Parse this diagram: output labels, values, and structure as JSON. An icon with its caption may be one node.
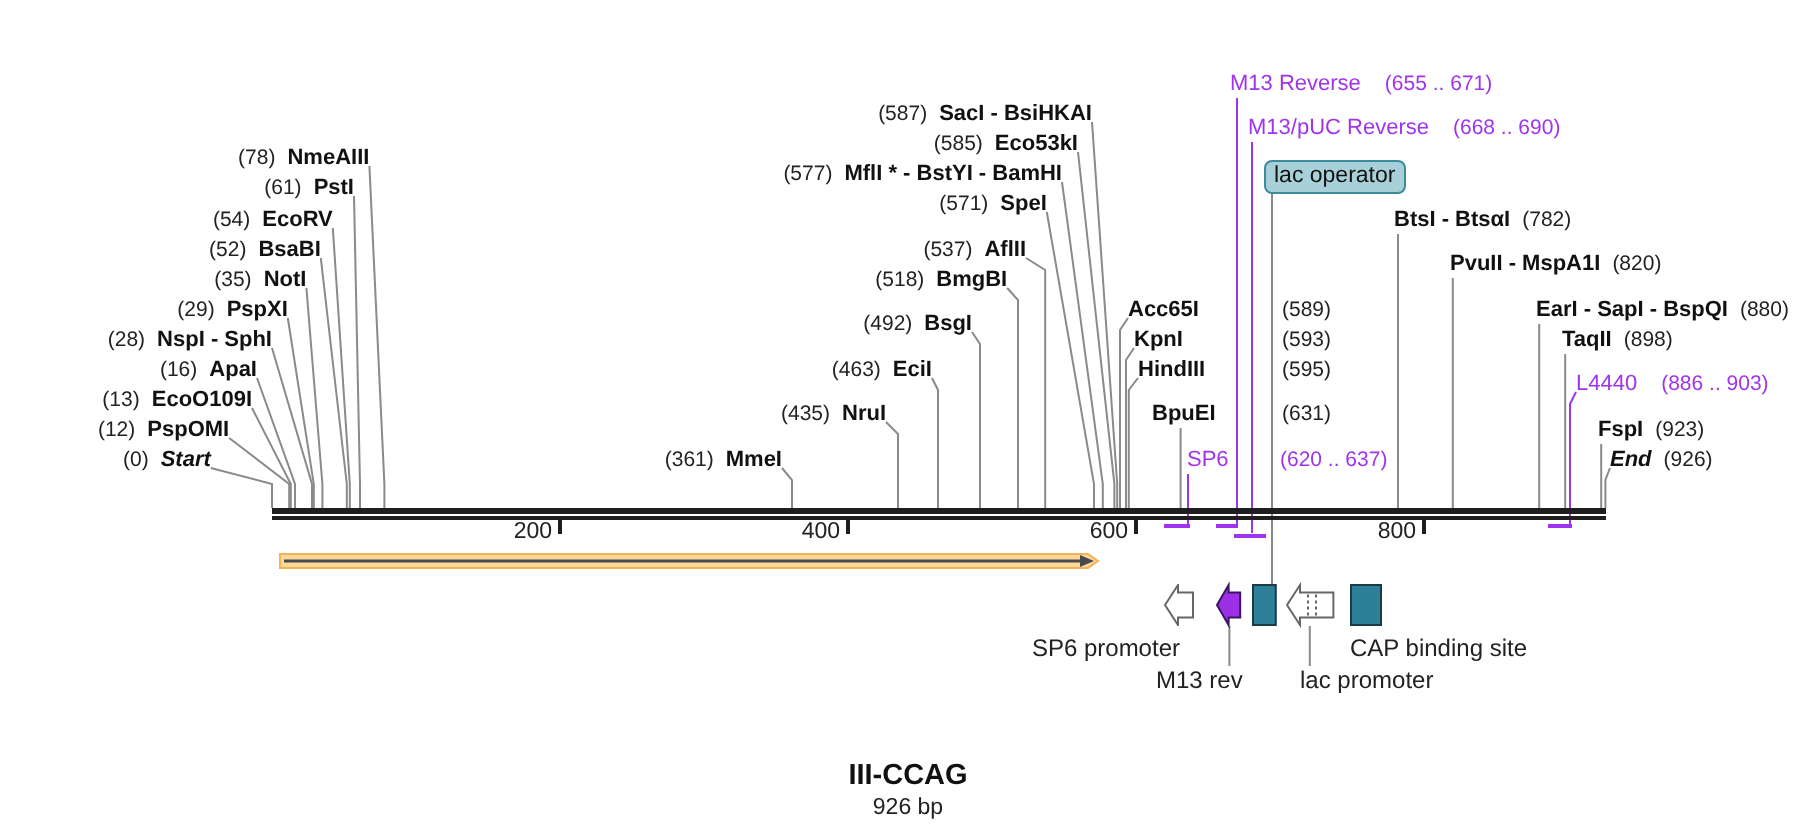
{
  "diagram": {
    "title": "III-CCAG",
    "nodes": [
      {
        "text": [
          "NmeAIII"
        ],
        "beside": [
          "(78)"
        ]
      },
      {
        "text": [
          "PstI"
        ],
        "beside": [
          "(61)"
        ]
      },
      {
        "text": [
          "EcoRV"
        ],
        "beside": [
          "(54)"
        ]
      },
      {
        "text": [
          "BsaBI"
        ],
        "beside": [
          "(52)"
        ]
      },
      {
        "text": [
          "NotI"
        ],
        "beside": [
          "(35)"
        ]
      },
      {
        "text": [
          "PspXI"
        ],
        "beside": [
          "(29)"
        ]
      },
      {
        "text": [
          "NspI - SphI"
        ],
        "beside": [
          "(28)"
        ]
      },
      {
        "text": [
          "ApaI"
        ],
        "beside": [
          "(16)"
        ]
      },
      {
        "text": [
          "EcoO109I"
        ],
        "beside": [
          "(13)"
        ]
      },
      {
        "text": [
          "PspOMI"
        ],
        "beside": [
          "(12)"
        ]
      },
      {
        "text": [
          "Start"
        ],
        "beside": [
          "(0)"
        ]
      },
      {
        "text": [
          "SacI - BsiHKAI"
        ],
        "beside": [
          "(587)"
        ]
      },
      {
        "text": [
          "Eco53kI"
        ],
        "beside": [
          "(585)"
        ]
      },
      {
        "text": [
          "MflI * - BstYI - BamHI"
        ],
        "beside": [
          "(577)"
        ]
      },
      {
        "text": [
          "SpeI"
        ],
        "beside": [
          "(571)"
        ]
      },
      {
        "text": [
          "AflII"
        ],
        "beside": [
          "(537)"
        ]
      },
      {
        "text": [
          "BmgBI"
        ],
        "beside": [
          "(518)"
        ]
      },
      {
        "text": [
          "BsgI"
        ],
        "beside": [
          "(492)"
        ]
      },
      {
        "text": [
          "EciI"
        ],
        "beside": [
          "(463)"
        ]
      },
      {
        "text": [
          "NruI"
        ],
        "beside": [
          "(435)"
        ]
      },
      {
        "text": [
          "MmeI"
        ],
        "beside": [
          "(361)"
        ]
      },
      {
        "text": [
          "M13 Reverse"
        ],
        "beside": [
          "(655 .. 671)"
        ]
      },
      {
        "text": [
          "M13/pUC Reverse"
        ],
        "beside": [
          "(668 .. 690)"
        ]
      },
      {
        "text": [
          "lac operator"
        ]
      },
      {
        "text": [
          "BtsI - BtsαI"
        ],
        "beside": [
          "(782)"
        ]
      },
      {
        "text": [
          "PvuII - MspA1I"
        ],
        "beside": [
          "(820)"
        ]
      },
      {
        "text": [
          "Acc65I"
        ],
        "beside": [
          "(589)"
        ]
      },
      {
        "text": [
          "KpnI"
        ],
        "beside": [
          "(593)"
        ]
      },
      {
        "text": [
          "HindIII"
        ],
        "beside": [
          "(595)"
        ]
      },
      {
        "text": [
          "EarI - SapI - BspQI"
        ],
        "beside": [
          "(880)"
        ]
      },
      {
        "text": [
          "TaqII"
        ],
        "beside": [
          "(898)"
        ]
      },
      {
        "text": [
          "L4440"
        ],
        "beside": [
          "(886 .. 903)"
        ]
      },
      {
        "text": [
          "BpuEI"
        ],
        "beside": [
          "(631)"
        ]
      },
      {
        "text": [
          "FspI"
        ],
        "beside": [
          "(923)"
        ]
      },
      {
        "text": [
          "SP6"
        ],
        "beside": [
          "(620 .. 637)"
        ]
      },
      {
        "text": [
          "End"
        ],
        "beside": [
          "(926)"
        ]
      },
      {
        "text": [],
        "shape": "bar"
      },
      {
        "text": [],
        "shape": "bar"
      },
      {
        "text": [],
        "shape": "bar"
      },
      {
        "text": [],
        "shape": "bar"
      },
      {
        "text": [],
        "shape": "bar"
      },
      {
        "text": [],
        "shape": "bar"
      },
      {
        "text": [
          "SP6 promoter"
        ]
      },
      {
        "text": [],
        "shape": "pentagon"
      },
      {
        "text": [],
        "shape": "box"
      },
      {
        "text": [],
        "shape": "pentagon"
      },
      {
        "text": [
          "CAP binding site"
        ]
      },
      {
        "text": [
          "M13 rev"
        ]
      },
      {
        "text": [
          "lac promoter"
        ]
      }
    ],
    "edges": [
      {
        "from": 0,
        "to": 36,
        "arrow": "none"
      },
      {
        "from": 1,
        "to": 36,
        "arrow": "none"
      },
      {
        "from": 2,
        "to": 36,
        "arrow": "none"
      },
      {
        "from": 3,
        "to": 36,
        "arrow": "none"
      },
      {
        "from": 4,
        "to": 36,
        "arrow": "none"
      },
      {
        "from": 5,
        "to": 36,
        "arrow": "none"
      },
      {
        "from": 6,
        "to": 36,
        "arrow": "none"
      },
      {
        "from": 7,
        "to": 36,
        "arrow": "none"
      },
      {
        "from": 8,
        "to": 36,
        "arrow": "none"
      },
      {
        "from": 9,
        "to": 36,
        "arrow": "none"
      },
      {
        "from": 10,
        "to": 36,
        "arrow": "none"
      },
      {
        "from": 11,
        "to": 36,
        "arrow": "none"
      },
      {
        "from": 12,
        "to": 36,
        "arrow": "none"
      },
      {
        "from": 13,
        "to": 36,
        "arrow": "none"
      },
      {
        "from": 14,
        "to": 36,
        "arrow": "none"
      },
      {
        "from": 15,
        "to": 36,
        "arrow": "none"
      },
      {
        "from": 16,
        "to": 36,
        "arrow": "none"
      },
      {
        "from": 17,
        "to": 36,
        "arrow": "none"
      },
      {
        "from": 18,
        "to": 36,
        "arrow": "none"
      },
      {
        "from": 19,
        "to": 36,
        "arrow": "none"
      },
      {
        "from": 20,
        "to": 36,
        "arrow": "none"
      },
      {
        "from": 21,
        "to": 38,
        "arrow": "none",
        "color": "#a033ee"
      },
      {
        "from": 22,
        "to": 39,
        "arrow": "none",
        "color": "#a033ee"
      },
      {
        "from": 23,
        "to": 44,
        "arrow": "none"
      },
      {
        "from": 24,
        "to": 36,
        "arrow": "none"
      },
      {
        "from": 25,
        "to": 36,
        "arrow": "none"
      },
      {
        "from": 26,
        "to": 36,
        "arrow": "none"
      },
      {
        "from": 27,
        "to": 36,
        "arrow": "none"
      },
      {
        "from": 28,
        "to": 36,
        "arrow": "none"
      },
      {
        "from": 29,
        "to": 36,
        "arrow": "none"
      },
      {
        "from": 30,
        "to": 36,
        "arrow": "none"
      },
      {
        "from": 31,
        "to": 40,
        "arrow": "none",
        "color": "#a033ee"
      },
      {
        "from": 32,
        "to": 36,
        "arrow": "none"
      },
      {
        "from": 33,
        "to": 36,
        "arrow": "none"
      },
      {
        "from": 34,
        "to": 37,
        "arrow": "none",
        "color": "#a033ee"
      },
      {
        "from": 35,
        "to": 36,
        "arrow": "none"
      },
      {
        "from": 47,
        "to": 43,
        "arrow": "none"
      },
      {
        "from": 48,
        "to": 45,
        "arrow": "none"
      }
    ],
    "labels": [
      "200",
      "400",
      "600",
      "800",
      "926 bp"
    ]
  }
}
